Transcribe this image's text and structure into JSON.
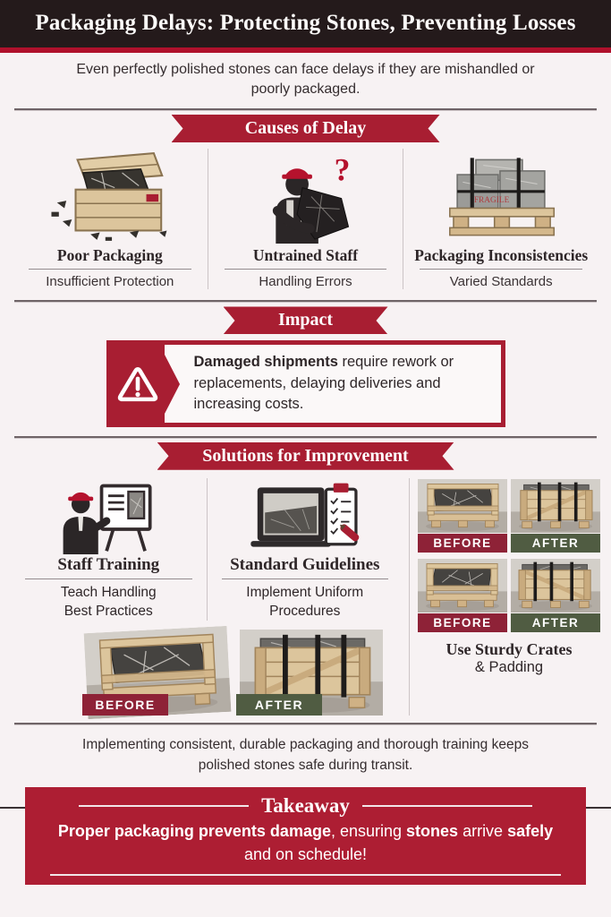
{
  "header": {
    "title": "Packaging Delays: Protecting Stones, Preventing Losses"
  },
  "intro": {
    "text": "Even perfectly polished stones can face delays if they are mishandled or poorly packaged."
  },
  "causes": {
    "ribbon": "Causes of Delay",
    "items": [
      {
        "title": "Poor Packaging",
        "subtitle": "Insufficient Protection",
        "icon": "broken-open-crate"
      },
      {
        "title": "Untrained Staff",
        "subtitle": "Handling Errors",
        "icon": "worker-carrying-stone",
        "icon_query": "?"
      },
      {
        "title": "Packaging Inconsistencies",
        "subtitle": "Varied Standards",
        "icon": "pallet-with-blocks",
        "stamp": "FRAGILE"
      }
    ]
  },
  "impact": {
    "ribbon": "Impact",
    "bold": "Damaged shipments",
    "text": " require rework or replacements, delaying deliveries and increasing costs."
  },
  "solutions": {
    "ribbon": "Solutions for Improvement",
    "items": [
      {
        "title": "Staff Training",
        "subtitle_line1": "Teach Handling",
        "subtitle_line2": "Best Practices"
      },
      {
        "title": "Standard Guidelines",
        "subtitle_line1": "Implement Uniform",
        "subtitle_line2": "Procedures"
      }
    ],
    "labels": {
      "before": "BEFORE",
      "after": "AFTER"
    },
    "crates": {
      "title_line1": "Use Sturdy Crates",
      "title_line2": "& Padding"
    }
  },
  "closing": {
    "text": "Implementing consistent, durable packaging and thorough training keeps polished stones safe during transit."
  },
  "takeaway": {
    "title": "Takeaway",
    "seg1": "Proper packaging prevents damage",
    "seg2": ", ensuring ",
    "seg3": "stones",
    "seg4": " arrive ",
    "seg5": "safely",
    "seg6": " and on schedule!"
  },
  "colors": {
    "accent_red": "#a81e32",
    "header_dark": "#241a1b",
    "stripe_red": "#b0112c",
    "before_red": "#8e2237",
    "after_green": "#505c42",
    "page_bg": "#f7f2f3"
  }
}
